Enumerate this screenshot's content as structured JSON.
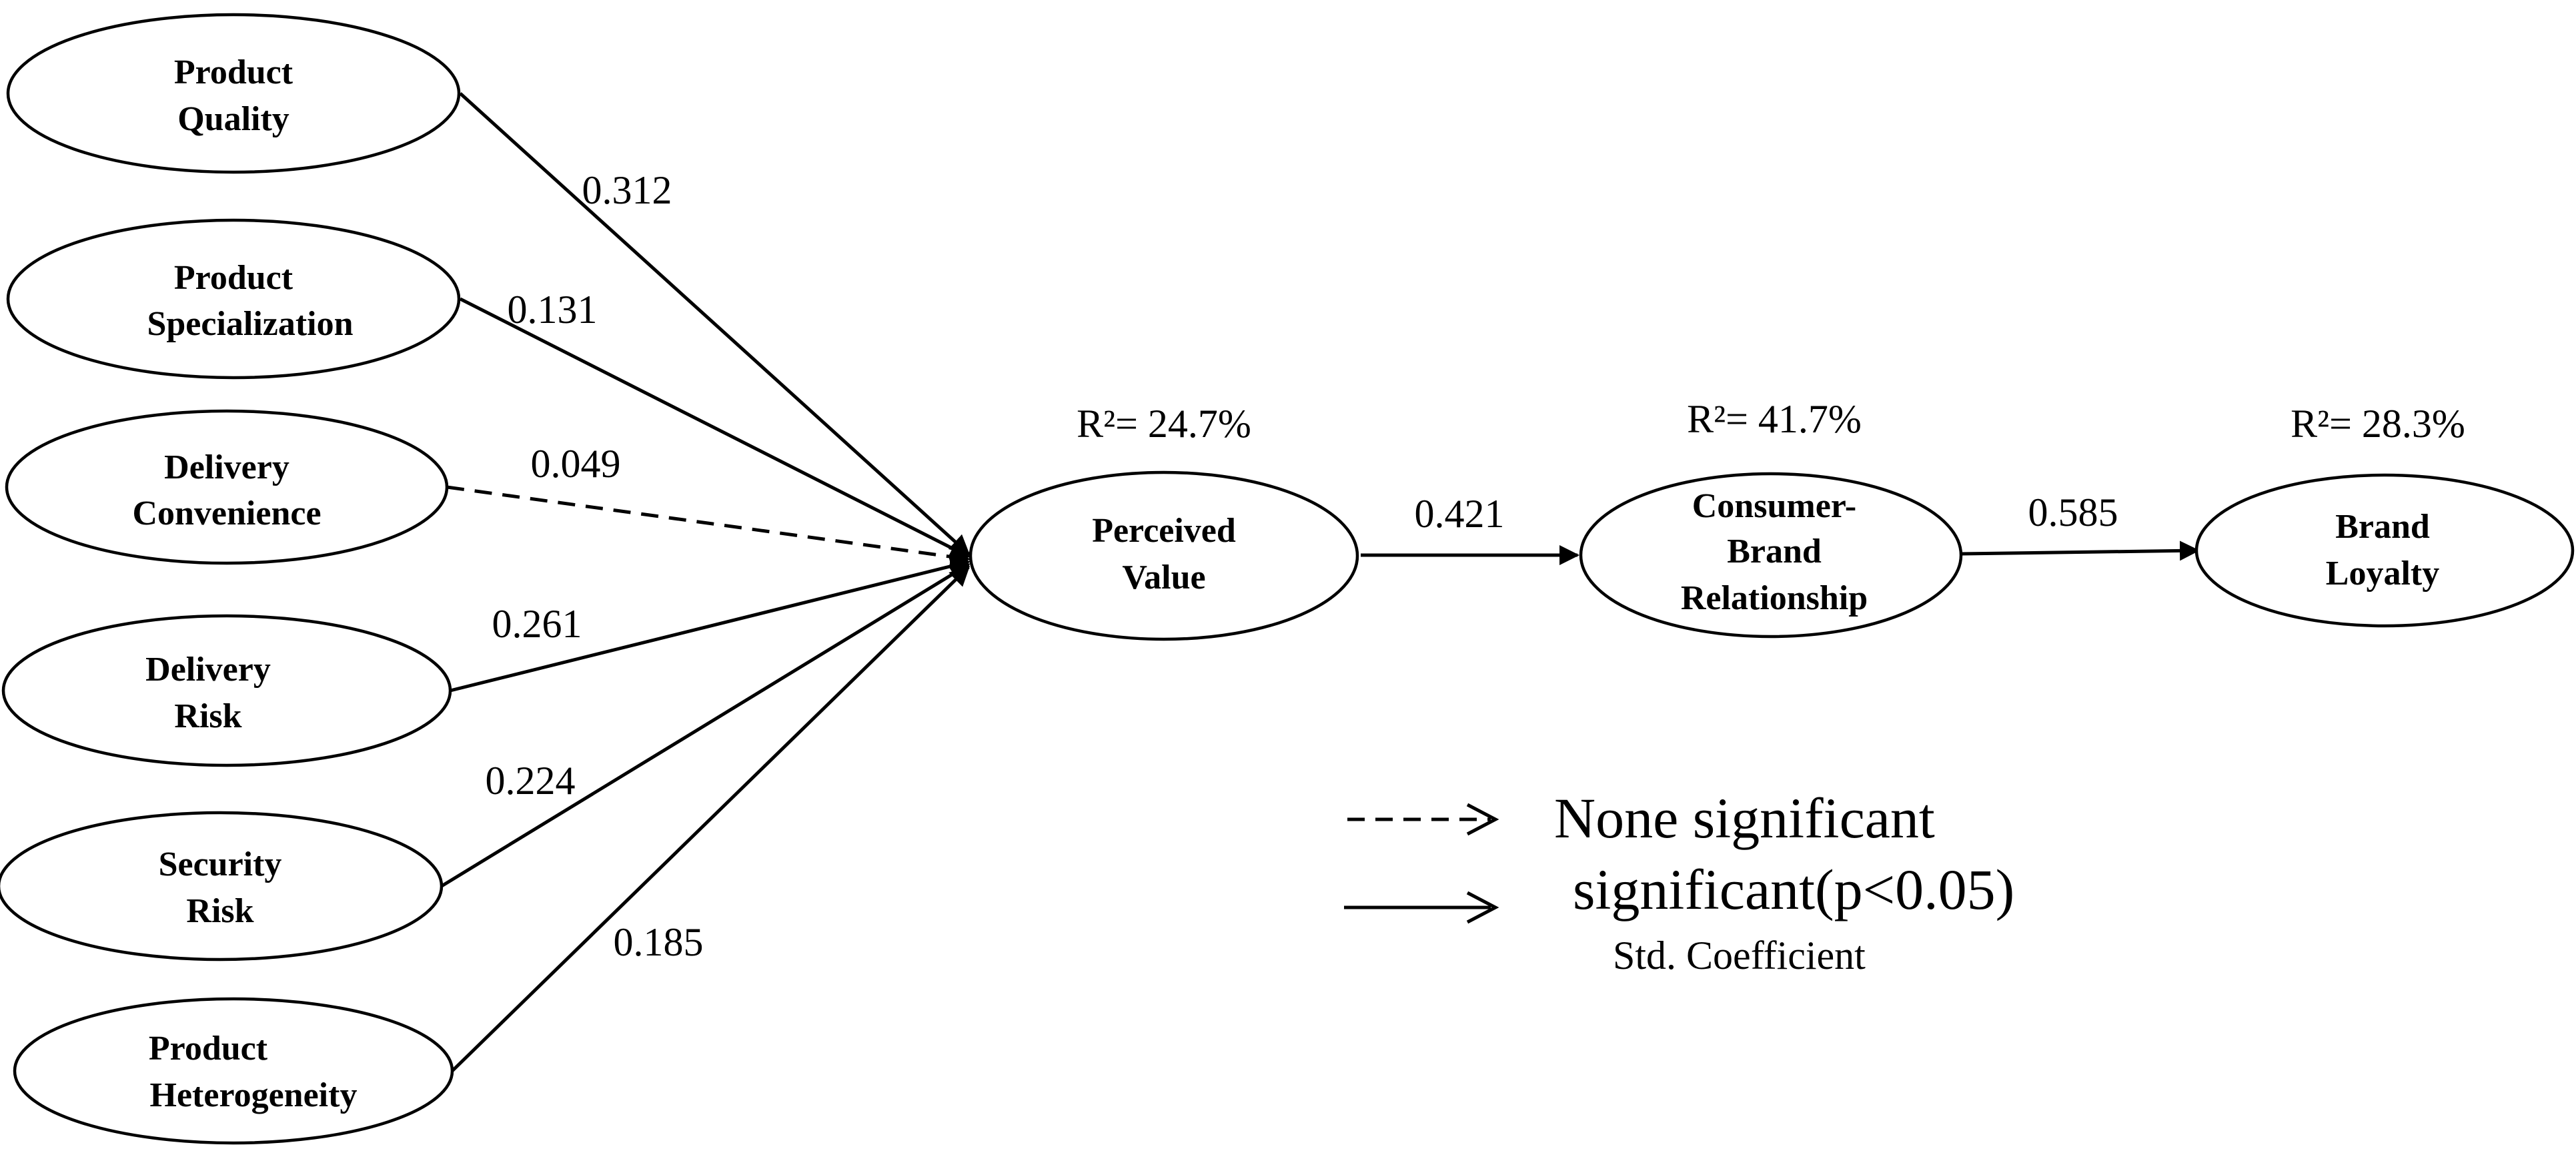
{
  "nodes": {
    "product_quality": {
      "lines": [
        "Product",
        "Quality"
      ]
    },
    "product_specialization": {
      "lines": [
        "Product",
        "Specialization"
      ]
    },
    "delivery_convenience": {
      "lines": [
        "Delivery",
        "Convenience"
      ]
    },
    "delivery_risk": {
      "lines": [
        "Delivery",
        "Risk"
      ]
    },
    "security_risk": {
      "lines": [
        "Security",
        "Risk"
      ]
    },
    "product_heterogeneity": {
      "lines": [
        "Product",
        "Heterogeneity"
      ]
    },
    "perceived_value": {
      "lines": [
        "Perceived",
        "Value"
      ],
      "r_squared": "R²= 24.7%"
    },
    "consumer_brand_relationship": {
      "lines": [
        "Consumer-",
        "Brand",
        "Relationship"
      ],
      "r_squared": "R²= 41.7%"
    },
    "brand_loyalty": {
      "lines": [
        "Brand",
        "Loyalty"
      ],
      "r_squared": "R²= 28.3%"
    }
  },
  "paths": [
    {
      "from": "product_quality",
      "to": "perceived_value",
      "coefficient": "0.312",
      "significant": true
    },
    {
      "from": "product_specialization",
      "to": "perceived_value",
      "coefficient": "0.131",
      "significant": true
    },
    {
      "from": "delivery_convenience",
      "to": "perceived_value",
      "coefficient": "0.049",
      "significant": false
    },
    {
      "from": "delivery_risk",
      "to": "perceived_value",
      "coefficient": "0.261",
      "significant": true
    },
    {
      "from": "security_risk",
      "to": "perceived_value",
      "coefficient": "0.224",
      "significant": true
    },
    {
      "from": "product_heterogeneity",
      "to": "perceived_value",
      "coefficient": "0.185",
      "significant": true
    },
    {
      "from": "perceived_value",
      "to": "consumer_brand_relationship",
      "coefficient": "0.421",
      "significant": true
    },
    {
      "from": "consumer_brand_relationship",
      "to": "brand_loyalty",
      "coefficient": "0.585",
      "significant": true
    }
  ],
  "legend": {
    "dashed_label": "None significant",
    "solid_label": "significant(p<0.05)",
    "note": "Std. Coefficient"
  }
}
